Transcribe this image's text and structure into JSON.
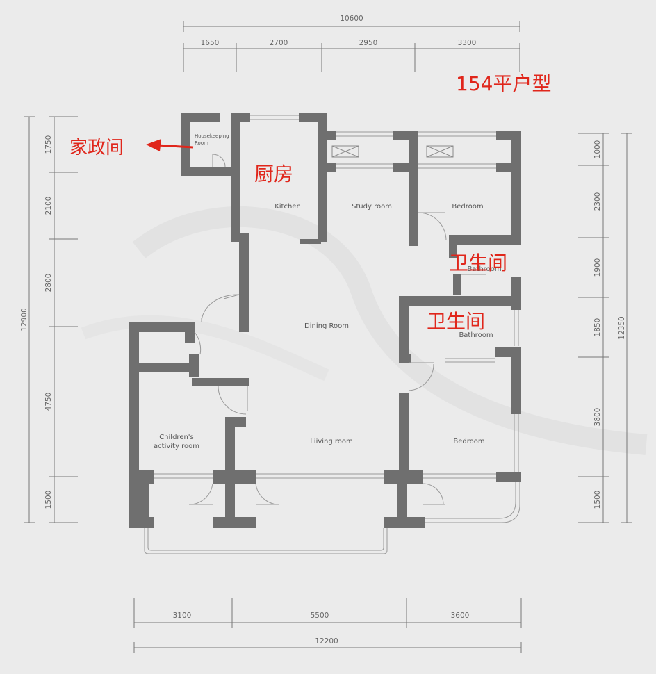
{
  "title": "154平户型",
  "dimensions": {
    "top_total": "10600",
    "top_segments": [
      "1650",
      "2700",
      "2950",
      "3300"
    ],
    "bottom_total": "12200",
    "bottom_segments": [
      "3100",
      "5500",
      "3600"
    ],
    "left_total": "12900",
    "left_segments": [
      "1750",
      "2100",
      "2800",
      "4750",
      "1500"
    ],
    "right_total": "12350",
    "right_segments": [
      "1000",
      "2300",
      "1900",
      "1850",
      "3800",
      "1500"
    ]
  },
  "rooms": {
    "housekeeping_line1": "Housekeeping",
    "housekeeping_line2": "Room",
    "kitchen": "Kitchen",
    "study": "Study room",
    "bedroom_top": "Bedroom",
    "bath_top": "Bathroom",
    "dining": "Dining Room",
    "bath_mid": "Bathroom",
    "children_line1": "Children's",
    "children_line2": "activity room",
    "living": "Liiving room",
    "bedroom_bottom": "Bedroom"
  },
  "annotations": {
    "housekeeping": "家政间",
    "kitchen": "厨房",
    "bath_top": "卫生间",
    "bath_mid": "卫生间"
  },
  "colors": {
    "wall": "#6f6f6f",
    "annotation": "#e0261b",
    "dimension_line": "#777777"
  }
}
